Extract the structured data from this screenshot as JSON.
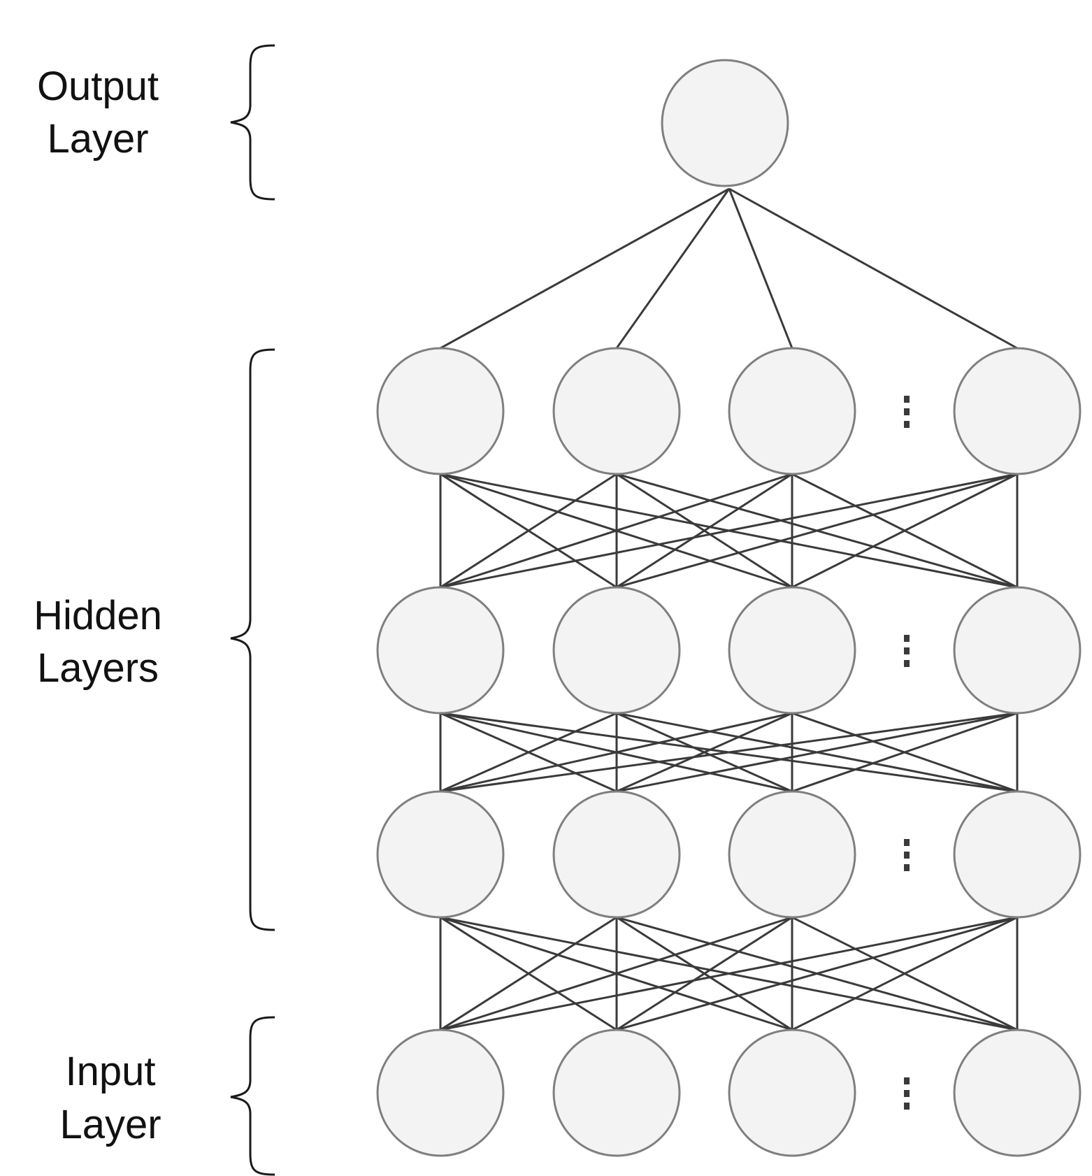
{
  "labels": {
    "output": [
      "Output",
      "Layer"
    ],
    "hidden": [
      "Hidden",
      "Layers"
    ],
    "input": [
      "Input",
      "Layer"
    ]
  },
  "network": {
    "output_neurons": 1,
    "hidden_layers": 3,
    "neurons_per_layer_shown": 4,
    "ellipsis_marker": "⋮"
  },
  "colors": {
    "neuron_fill": "#f3f3f3",
    "neuron_stroke": "#7f7f7f",
    "edge": "#3a3a3a",
    "text": "#111111"
  }
}
